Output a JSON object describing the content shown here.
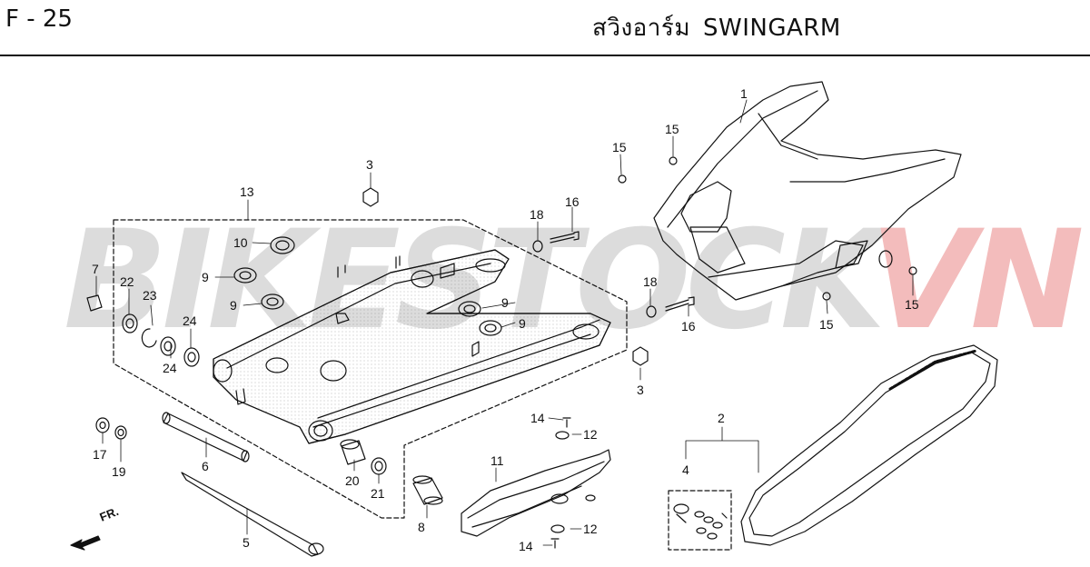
{
  "header": {
    "page_code": "F - 25",
    "title_thai": "สวิงอาร์ม",
    "title_en": "SWINGARM"
  },
  "watermark": {
    "part1": "BIKESTOCK",
    "part2": "VN",
    "color1": "#d9d9d9",
    "color2": "#f2b5b5"
  },
  "direction_label": "FR.",
  "callouts": {
    "c1": "1",
    "c2": "2",
    "c3a": "3",
    "c3b": "3",
    "c4": "4",
    "c5": "5",
    "c6": "6",
    "c7": "7",
    "c8": "8",
    "c9a": "9",
    "c9b": "9",
    "c9c": "9",
    "c9d": "9",
    "c10": "10",
    "c11": "11",
    "c12a": "12",
    "c12b": "12",
    "c13": "13",
    "c14a": "14",
    "c14b": "14",
    "c15a": "15",
    "c15b": "15",
    "c15c": "15",
    "c15d": "15",
    "c16a": "16",
    "c16b": "16",
    "c17": "17",
    "c18a": "18",
    "c18b": "18",
    "c19": "19",
    "c20": "20",
    "c21": "21",
    "c22": "22",
    "c23": "23",
    "c24a": "24",
    "c24b": "24"
  },
  "colors": {
    "line": "#111111",
    "paper": "#ffffff"
  }
}
